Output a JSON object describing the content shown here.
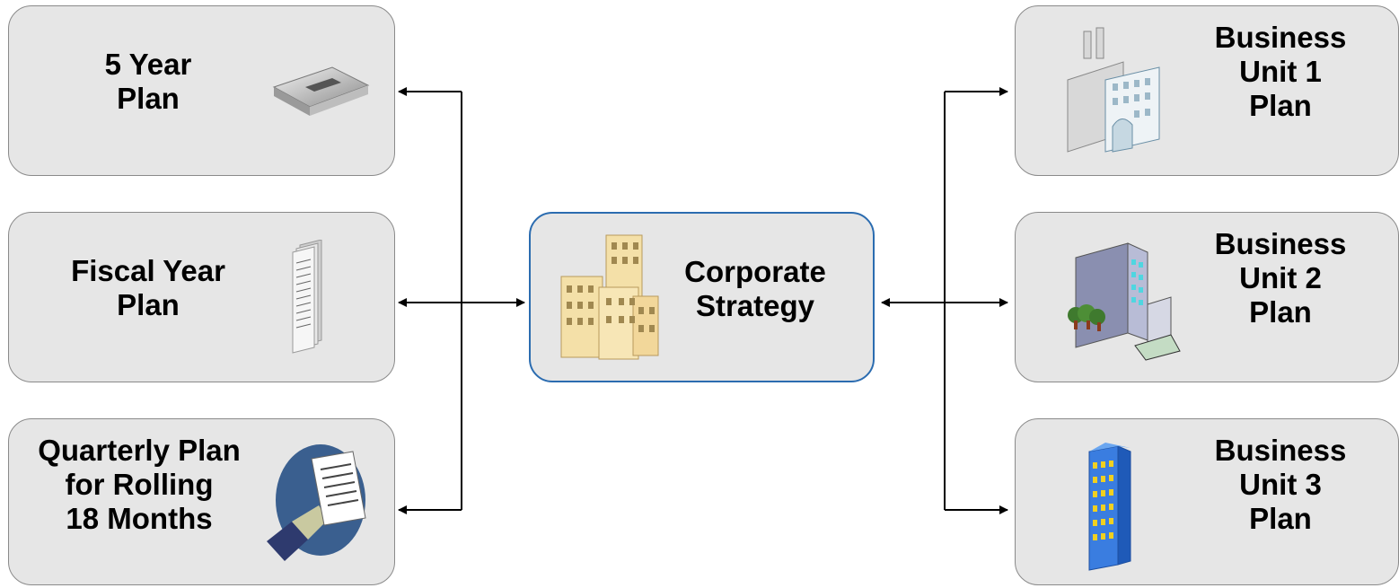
{
  "left_boxes": [
    {
      "lines": [
        "5 Year",
        "Plan"
      ],
      "icon": "binder-icon"
    },
    {
      "lines": [
        "Fiscal Year",
        "Plan"
      ],
      "icon": "document-stack-icon"
    },
    {
      "lines": [
        "Quarterly Plan",
        "for Rolling",
        "18 Months"
      ],
      "icon": "hand-holding-document-icon"
    }
  ],
  "center_box": {
    "lines": [
      "Corporate",
      "Strategy"
    ],
    "icon": "office-buildings-icon"
  },
  "right_boxes": [
    {
      "lines": [
        "Business",
        "Unit 1",
        "Plan"
      ],
      "icon": "factory-building-icon"
    },
    {
      "lines": [
        "Business",
        "Unit 2",
        "Plan"
      ],
      "icon": "office-tower-trees-icon"
    },
    {
      "lines": [
        "Business",
        "Unit 3",
        "Plan"
      ],
      "icon": "blue-skyscraper-icon"
    }
  ],
  "colors": {
    "box_fill": "#e6e6e6",
    "box_border": "#8a8a8a",
    "center_border": "#2b6cb0",
    "connector": "#000000"
  }
}
